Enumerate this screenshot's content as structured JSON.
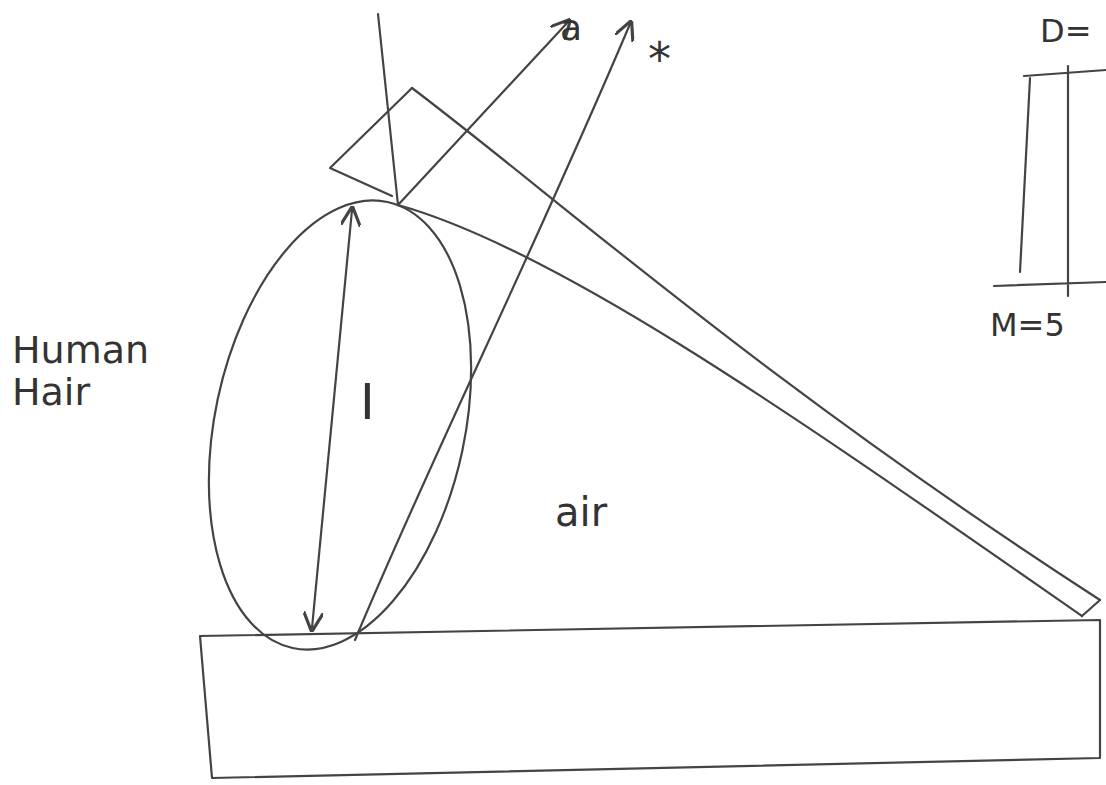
{
  "diagram": {
    "labels": [
      "Human Hair",
      "I",
      "air",
      "a",
      "*",
      "D=",
      "M=5"
    ]
  }
}
